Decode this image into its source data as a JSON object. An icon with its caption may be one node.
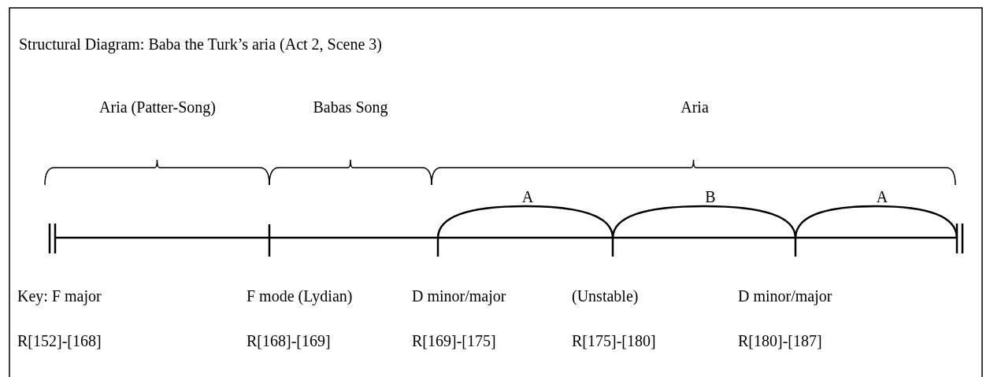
{
  "diagram": {
    "title": "Structural Diagram: Baba the Turk’s aria (Act 2, Scene 3)",
    "labels": [
      "Aria (Patter-Song)",
      "Babas Song",
      "Aria",
      "A",
      "B",
      "A",
      "Key: F major",
      "F mode (Lydian)",
      "D minor/major",
      "(Unstable)",
      "D minor/major",
      "R[152]-[168]",
      "R[168]-[169]",
      "R[169]-[175]",
      "R[175]-[180]",
      "R[180]-[187]"
    ]
  }
}
